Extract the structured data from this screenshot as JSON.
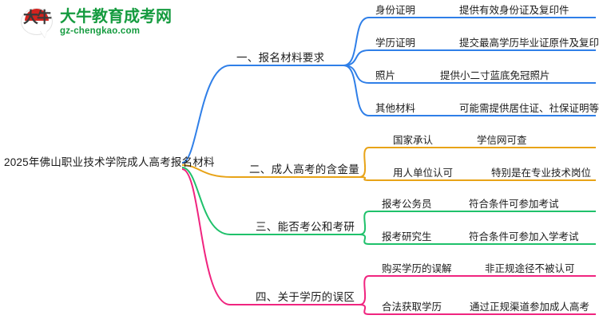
{
  "logo": {
    "mark_text": "大牛",
    "title": "大牛教育成考网",
    "subtitle": "gz-chengkao.com",
    "brand_green": "#159b3f",
    "brand_red": "#d2231f"
  },
  "mindmap": {
    "type": "mindmap",
    "root": "2025年佛山职业技术学院成人高考报名材料",
    "branches": [
      {
        "label": "一、报名材料要求",
        "color": "#2f7fe8",
        "children": [
          {
            "key": "身份证明",
            "value": "提供有效身份证及复印件"
          },
          {
            "key": "学历证明",
            "value": "提交最高学历毕业证原件及复印件"
          },
          {
            "key": "照片",
            "value": "提供小二寸蓝底免冠照片"
          },
          {
            "key": "其他材料",
            "value": "可能需提供居住证、社保证明等"
          }
        ]
      },
      {
        "label": "二、成人高考的含金量",
        "color": "#e8a317",
        "children": [
          {
            "key": "国家承认",
            "value": "学信网可查"
          },
          {
            "key": "用人单位认可",
            "value": "特别是在专业技术岗位"
          }
        ]
      },
      {
        "label": "三、能否考公和考研",
        "color": "#1fc16b",
        "children": [
          {
            "key": "报考公务员",
            "value": "符合条件可参加考试"
          },
          {
            "key": "报考研究生",
            "value": "符合条件可参加入学考试"
          }
        ]
      },
      {
        "label": "四、关于学历的误区",
        "color": "#f0247f",
        "children": [
          {
            "key": "购买学历的误解",
            "value": "非正规途径不被认可"
          },
          {
            "key": "合法获取学历",
            "value": "通过正规渠道参加成人高考"
          }
        ]
      }
    ]
  }
}
